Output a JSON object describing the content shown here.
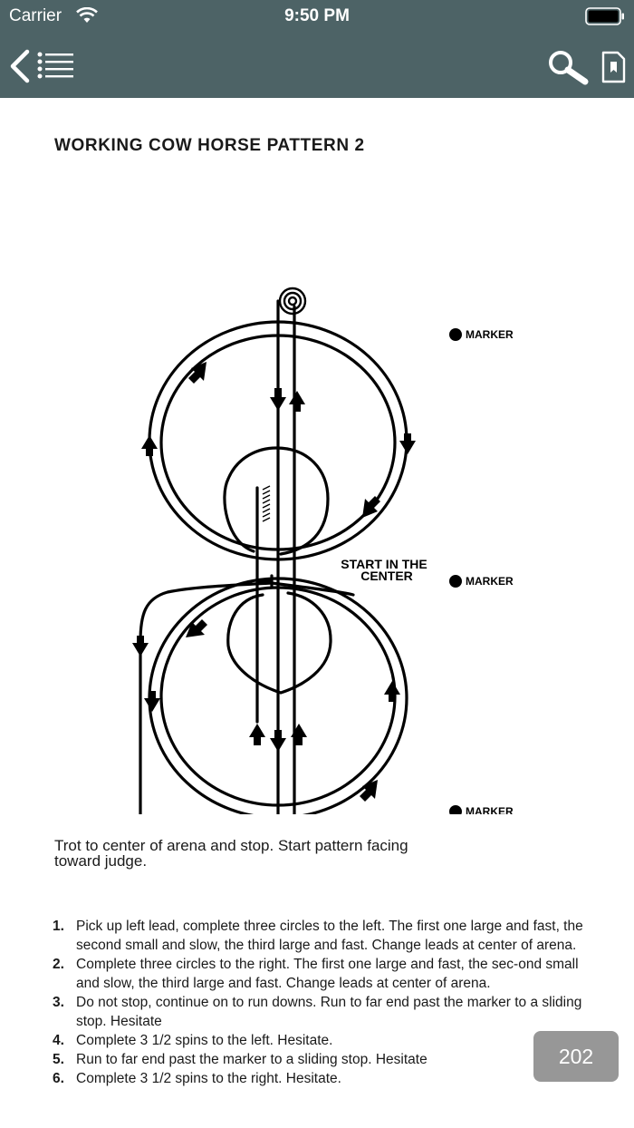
{
  "status_bar": {
    "carrier": "Carrier",
    "time": "9:50 PM"
  },
  "nav_bar": {
    "icons": [
      "back-chevron-icon",
      "table-of-contents-icon",
      "search-icon",
      "bookmark-page-icon"
    ],
    "color": "#4d6366"
  },
  "content": {
    "title": "WORKING COW HORSE PATTERN 2",
    "diagram": {
      "start_label_line1": "START IN THE",
      "start_label_line2": "CENTER",
      "marker_top": "MARKER",
      "marker_middle": "MARKER",
      "marker_bottom": "MARKER"
    },
    "intro": "Trot to center of arena and stop. Start pattern facing toward judge.",
    "steps": [
      {
        "num": "1.",
        "text": "Pick up left lead, complete three circles to the left. The first one large and fast, the second small and slow, the third large and fast. Change leads at center of arena."
      },
      {
        "num": "2.",
        "text": "Complete three circles to the right. The first one large and fast, the sec-ond small and slow, the third large and fast. Change leads at center of arena."
      },
      {
        "num": "3.",
        "text": "Do not stop, continue on to run downs. Run to far end past the marker to a sliding stop. Hesitate"
      },
      {
        "num": "4.",
        "text": "Complete 3 1/2 spins to the left.  Hesitate."
      },
      {
        "num": "5.",
        "text": "Run to far end past the marker to a sliding stop. Hesitate"
      },
      {
        "num": "6.",
        "text": "Complete 3 1/2 spins to the right. Hesitate."
      }
    ]
  },
  "page_number": "202"
}
